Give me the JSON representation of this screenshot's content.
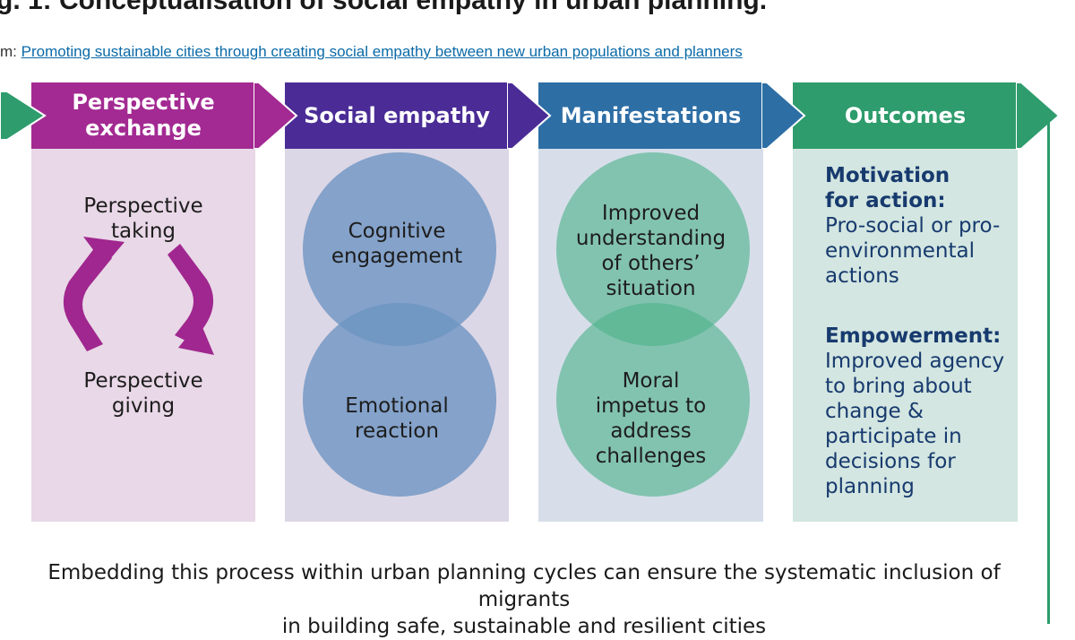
{
  "page": {
    "title": "g. 1: Conceptualisation of social empathy in urban planning.",
    "from_prefix": "m: ",
    "from_link": "Promoting sustainable cities through creating social empathy between new urban populations and planners"
  },
  "diagram": {
    "headers": [
      {
        "line1": "Perspective",
        "line2": "exchange"
      },
      {
        "line1": "Social empathy"
      },
      {
        "line1": "Manifestations"
      },
      {
        "line1": "Outcomes"
      }
    ],
    "exchange": {
      "top_line1": "Perspective",
      "top_line2": "taking",
      "bottom_line1": "Perspective",
      "bottom_line2": "giving"
    },
    "empathy": {
      "top_line1": "Cognitive",
      "top_line2": "engagement",
      "bottom_line1": "Emotional",
      "bottom_line2": "reaction"
    },
    "manifestations": {
      "top_line1": "Improved",
      "top_line2": "understanding",
      "top_line3": "of others’",
      "top_line4": "situation",
      "bottom_line1": "Moral",
      "bottom_line2": "impetus to",
      "bottom_line3": "address",
      "bottom_line4": "challenges"
    },
    "outcomes": {
      "motivation_title1": "Motivation",
      "motivation_title2": "for action:",
      "motivation_line1": "Pro-social or pro-",
      "motivation_line2": "environmental",
      "motivation_line3": "actions",
      "empowerment_title": "Empowerment:",
      "empowerment_line1": "Improved agency",
      "empowerment_line2": "to bring about",
      "empowerment_line3": "change &",
      "empowerment_line4": "participate in",
      "empowerment_line5": "decisions for",
      "empowerment_line6": "planning"
    },
    "bottom_line1": "Embedding this process within urban planning cycles can ensure the systematic inclusion of migrants",
    "bottom_line2": "in building safe, sustainable and resilient cities"
  },
  "colors": {
    "exchange": "#a32a92",
    "empathy": "#4b2c96",
    "manifestations": "#2d6ea5",
    "outcomes": "#2e9c6c",
    "exchange_panel": "#e9d8e7",
    "empathy_panel": "#dcd7e6",
    "manifestations_panel": "#d7deea",
    "outcomes_panel": "#d3e6e1",
    "empathy_circle": "#6b93c2",
    "manifestations_circle": "#4db38b",
    "outcome_text": "#173a6e"
  }
}
